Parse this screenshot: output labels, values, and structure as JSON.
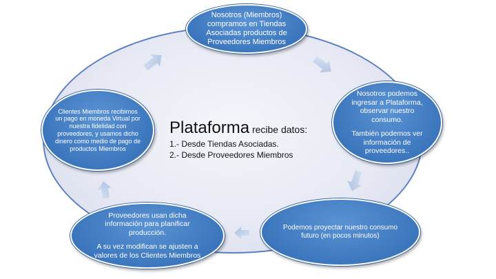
{
  "center": {
    "title_big": "Plataforma",
    "title_small": " recibe datos:",
    "line1": "1.- Desde Tiendas Asociadas.",
    "line2": "2.- Desde Proveedores Miembros"
  },
  "nodes": {
    "top": {
      "text": "Nosotros (Miembros) compramos en Tiendas Asociadas productos de Proveedores Miembros"
    },
    "right": {
      "text1": "Nosotros podemos ingresar a Plataforma, observar nuestro consumo.",
      "text2": "También podemos ver información de proveedores.."
    },
    "bottom_right": {
      "text": "Podemos proyectar nuestro consumo futuro (en pocos minutos)"
    },
    "bottom_left": {
      "text1": "Proveedores usan dicha información para planificar producción.",
      "text2": "A su vez modifican se ajusten a valores de los Clientes Miembros"
    },
    "left": {
      "text": "Clientes Miembros recibimos un pago en moneda Virtual por nuestra fidelidad con proveedores, y usamos dicho dinero como medio de pago de productos Miembros"
    }
  },
  "colors": {
    "node_fill": "#3c76bd",
    "ellipse_border": "#5b7fc0",
    "ellipse_fill": "#e7e9f4",
    "arrow": "#b9cbe6"
  }
}
